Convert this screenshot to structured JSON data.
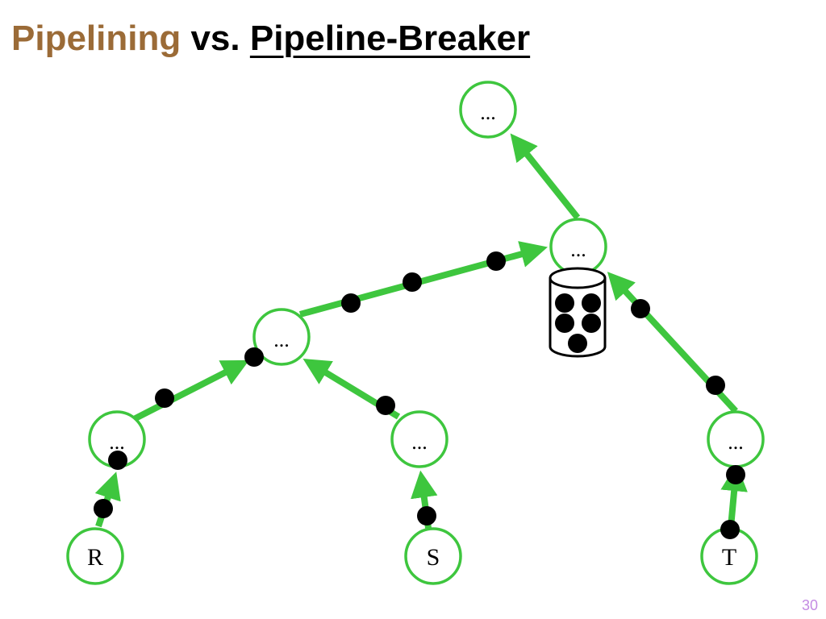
{
  "title": {
    "part1": "Pipelining",
    "part2": " vs. ",
    "part3": "Pipeline-Breaker"
  },
  "colors": {
    "title_accent": "#9b6b37",
    "edge": "#3ec63e",
    "node_stroke": "#3ec63e",
    "tuple": "#000000",
    "page_number": "#c48be3"
  },
  "nodes": {
    "root": "...",
    "join_upper": "...",
    "join_lower": "...",
    "op_r": "...",
    "op_s": "...",
    "op_t": "...",
    "rel_r": "R",
    "rel_s": "S",
    "rel_t": "T"
  },
  "buffer": {
    "icon": "buffer-cylinder-icon",
    "tuple_count": 5
  },
  "page_number": "30"
}
